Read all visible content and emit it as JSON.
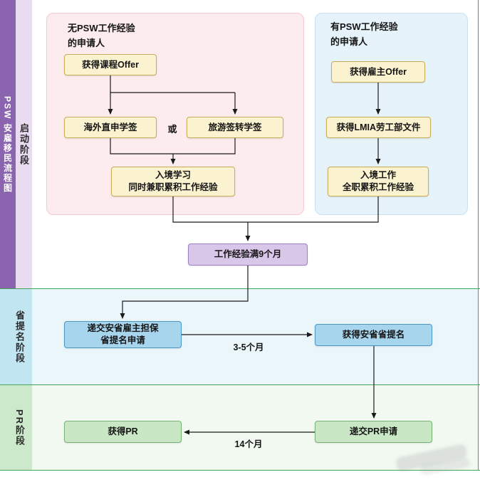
{
  "title_strip": {
    "text": "PSW 安雇移民流程图"
  },
  "phases": {
    "startup": {
      "label": "启动阶段"
    },
    "nomination": {
      "label": "省提名阶段"
    },
    "pr": {
      "label": "PR阶段"
    }
  },
  "groups": {
    "no_psw": {
      "line1": "无PSW工作经验",
      "line2": "的申请人"
    },
    "has_psw": {
      "line1": "有PSW工作经验",
      "line2": "的申请人"
    }
  },
  "nodes": {
    "course_offer": {
      "label": "获得课程Offer"
    },
    "overseas_study_visa": {
      "label": "海外直申学签"
    },
    "or_label": "或",
    "tourist_to_study_visa": {
      "label": "旅游签转学签"
    },
    "enter_study": {
      "line1": "入境学习",
      "line2": "同时兼职累积工作经验"
    },
    "employer_offer": {
      "label": "获得雇主Offer"
    },
    "lmia_document": {
      "label": "获得LMIA劳工部文件"
    },
    "enter_work": {
      "line1": "入境工作",
      "line2": "全职累积工作经验"
    },
    "work_exp_9_months": {
      "label": "工作经验满9个月"
    },
    "submit_nomination": {
      "line1": "递交安省雇主担保",
      "line2": "省提名申请"
    },
    "obtain_nomination": {
      "label": "获得安省省提名"
    },
    "submit_pr": {
      "label": "递交PR申请"
    },
    "obtain_pr": {
      "label": "获得PR"
    }
  },
  "edge_labels": {
    "nomination_duration": "3-5个月",
    "pr_duration": "14个月"
  },
  "colors": {
    "sidebar_purple": "#8A64AE",
    "phase_startup_label_bg": "#E9DCF1",
    "phase_nomination_label_bg": "#C2E6F1",
    "phase_pr_label_bg": "#CDE9CB",
    "phase_nomination_content_bg": "#EAF6FA",
    "phase_pr_content_bg": "#F2F9F1",
    "yellow_node_bg": "#FBF3D0",
    "purple_node_bg": "#D8C7E9",
    "blue_node_bg": "#A8D5EE",
    "green_node_bg": "#C9E7C5",
    "divider_green": "#43A558"
  }
}
